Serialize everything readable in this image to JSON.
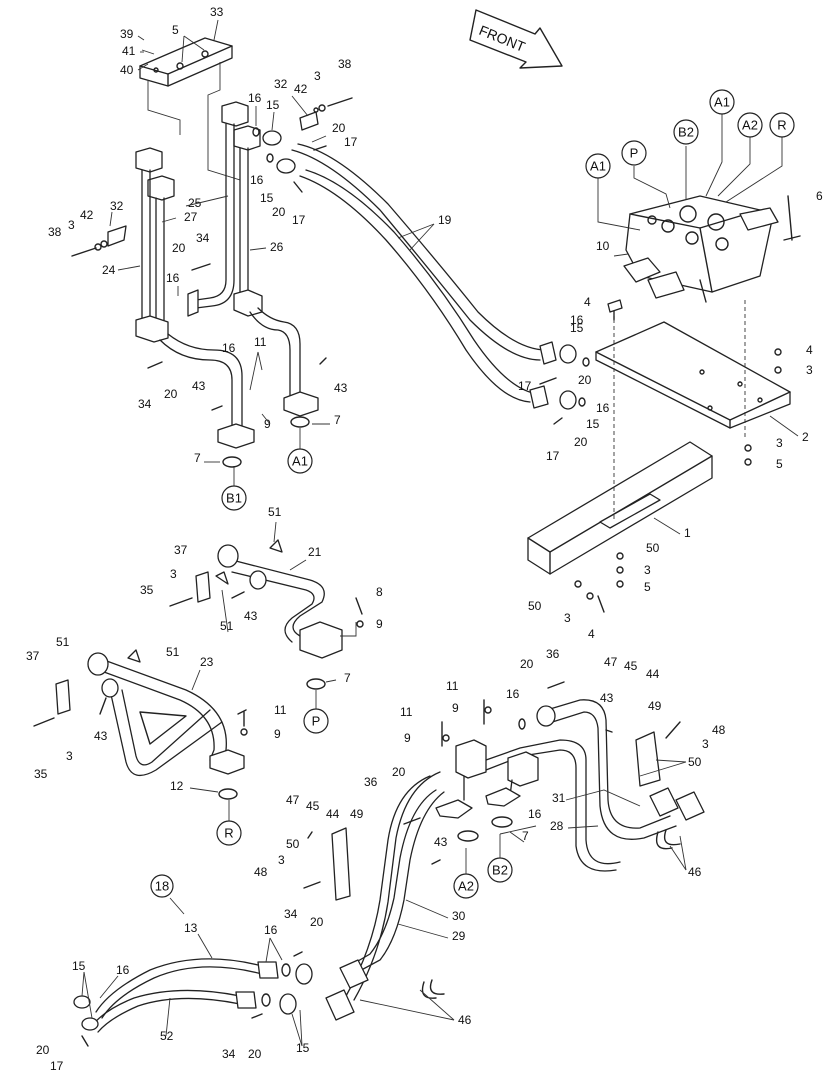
{
  "direction_label": "FRONT",
  "port_labels": [
    "A1",
    "B1",
    "P",
    "R",
    "A2",
    "B2"
  ],
  "callouts": [
    "1",
    "2",
    "3",
    "4",
    "5",
    "6",
    "7",
    "8",
    "9",
    "10",
    "11",
    "12",
    "13",
    "15",
    "16",
    "17",
    "18",
    "19",
    "20",
    "21",
    "23",
    "24",
    "25",
    "26",
    "27",
    "28",
    "29",
    "30",
    "31",
    "32",
    "33",
    "34",
    "35",
    "36",
    "37",
    "38",
    "39",
    "40",
    "41",
    "42",
    "43",
    "44",
    "45",
    "46",
    "47",
    "48",
    "49",
    "50",
    "51",
    "52"
  ]
}
